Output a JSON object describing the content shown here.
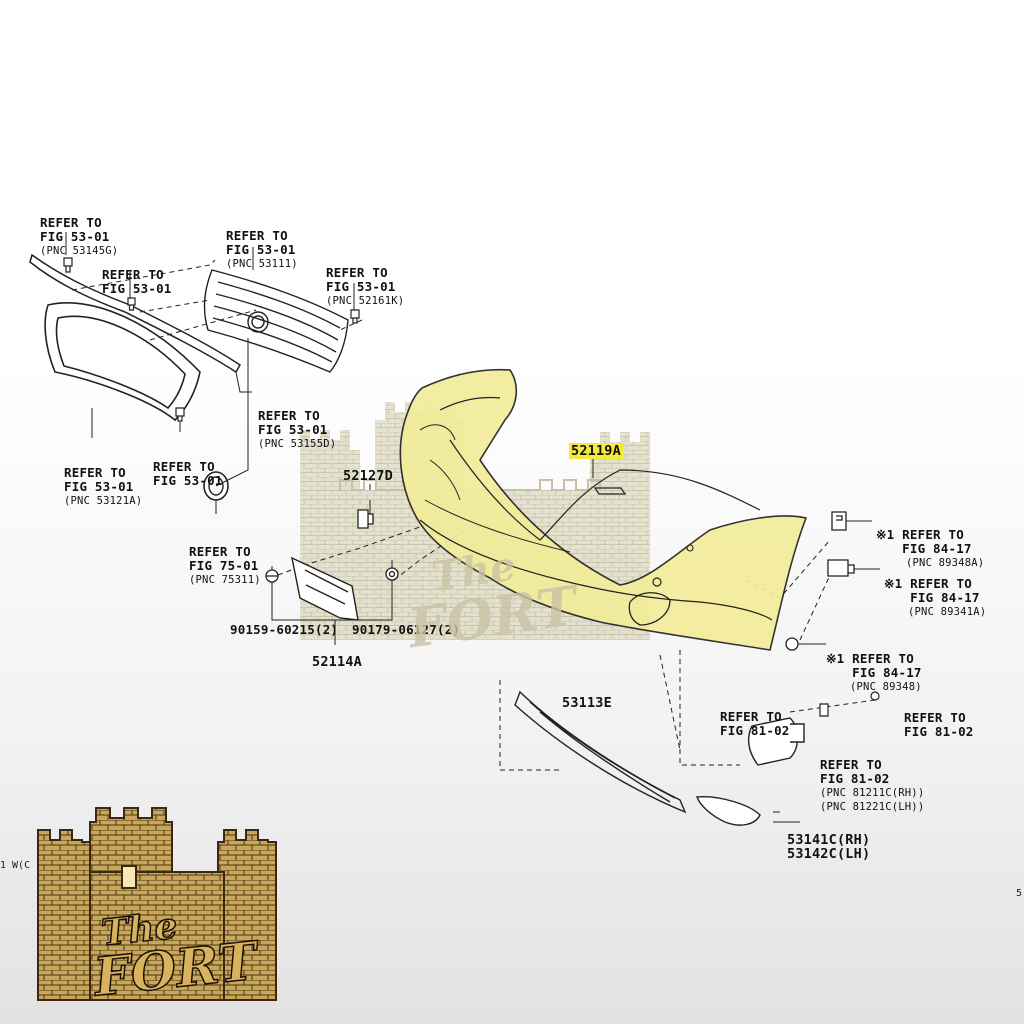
{
  "callouts": {
    "grille_molding_top": {
      "l1": "REFER TO",
      "l2": "FIG 53-01",
      "l3": "(PNC 53145G)"
    },
    "clip_top": {
      "l1": "REFER TO",
      "l2": "FIG 53-01"
    },
    "radiator_grille": {
      "l1": "REFER TO",
      "l2": "FIG 53-01",
      "l3": "(PNC 53111)"
    },
    "grille_clip_right": {
      "l1": "REFER TO",
      "l2": "FIG 53-01",
      "l3": "(PNC 52161K)"
    },
    "grille_lower_molding": {
      "l1": "REFER TO",
      "l2": "FIG 53-01",
      "l3": "(PNC 53155D)"
    },
    "grille_frame": {
      "l1": "REFER TO",
      "l2": "FIG 53-01",
      "l3": "(PNC 53121A)"
    },
    "clip_lower": {
      "l1": "REFER TO",
      "l2": "FIG 53-01"
    },
    "emblem": {
      "l1": "REFER TO",
      "l2": "FIG 75-01",
      "l3": "(PNC 75311)"
    },
    "sensor_bracket_1": {
      "mark": "※1",
      "l1": "REFER TO",
      "l2": "FIG 84-17",
      "l3": "(PNC 89348A)"
    },
    "sensor_1": {
      "mark": "※1",
      "l1": "REFER TO",
      "l2": "FIG 84-17",
      "l3": "(PNC 89341A)"
    },
    "sensor_retainer": {
      "mark": "※1",
      "l1": "REFER TO",
      "l2": "FIG 84-17",
      "l3": "(PNC 89348)"
    },
    "fog_bracket": {
      "l1": "REFER TO",
      "l2": "FIG 81-02"
    },
    "fog_screw": {
      "l1": "REFER TO",
      "l2": "FIG 81-02"
    },
    "fog_lamp": {
      "l1": "REFER TO",
      "l2": "FIG 81-02",
      "l3": "(PNC 81211C(RH))",
      "l4": "(PNC 81221C(LH))"
    }
  },
  "parts": {
    "bumper_cover": "52119A",
    "side_retainer": "52127D",
    "bolt": "90159-60215(2)",
    "nut": "90179-06127(2)",
    "license_bracket": "52114A",
    "lower_grille": "53113E",
    "fog_cover_rh": "53141C(RH)",
    "fog_cover_lh": "53142C(LH)"
  },
  "edge_text": {
    "left": "1 W(C",
    "right": "5"
  },
  "highlight_color": "#f4ea3c",
  "bumper_fill_color": "#f3ec9a",
  "logo": {
    "line1": "The",
    "line2": "FORT"
  },
  "watermark": {
    "line1": "The",
    "line2": "FORT"
  }
}
